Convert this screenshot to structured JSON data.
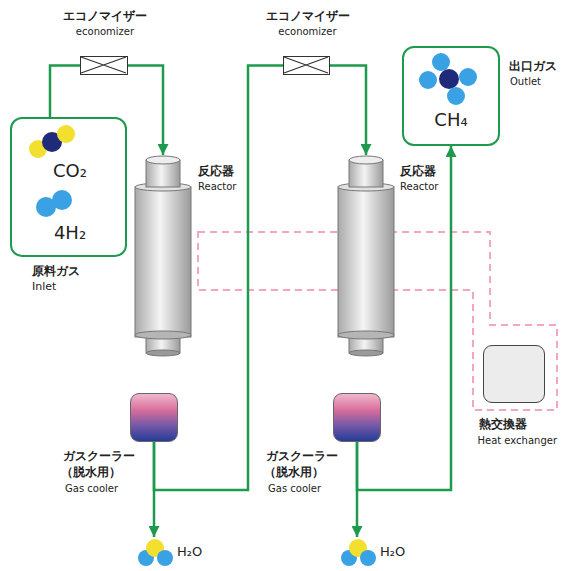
{
  "diagram": {
    "nodes": [
      {
        "text": [
          "CO₂",
          "4H₂",
          "原料ガス",
          "Inlet"
        ]
      },
      {
        "text": [
          "エコノマイザー",
          "economizer"
        ]
      },
      {
        "text": [
          "反応器",
          "Reactor"
        ]
      },
      {
        "text": [
          "ガスクーラー",
          "（脱水用）",
          "Gas cooler"
        ]
      },
      {
        "text": [
          "H₂O"
        ]
      },
      {
        "text": [
          "エコノマイザー",
          "economizer"
        ]
      },
      {
        "text": [
          "反応器",
          "Reactor"
        ]
      },
      {
        "text": [
          "ガスクーラー",
          "（脱水用）",
          "Gas cooler"
        ]
      },
      {
        "text": [
          "H₂O"
        ]
      },
      {
        "text": [
          "CH₄",
          "出口ガス",
          "Outlet"
        ]
      },
      {
        "text": [
          "熱交換器",
          "Heat exchanger"
        ]
      }
    ],
    "edges": [
      {
        "from": 0,
        "to": 1,
        "arrow": "none"
      },
      {
        "from": 1,
        "to": 2,
        "arrow": "to"
      },
      {
        "from": 3,
        "to": 4,
        "arrow": "to"
      },
      {
        "from": 3,
        "to": 5,
        "arrow": "none"
      },
      {
        "from": 5,
        "to": 6,
        "arrow": "to"
      },
      {
        "from": 7,
        "to": 8,
        "arrow": "to"
      },
      {
        "from": 7,
        "to": 9,
        "arrow": "to"
      }
    ]
  }
}
